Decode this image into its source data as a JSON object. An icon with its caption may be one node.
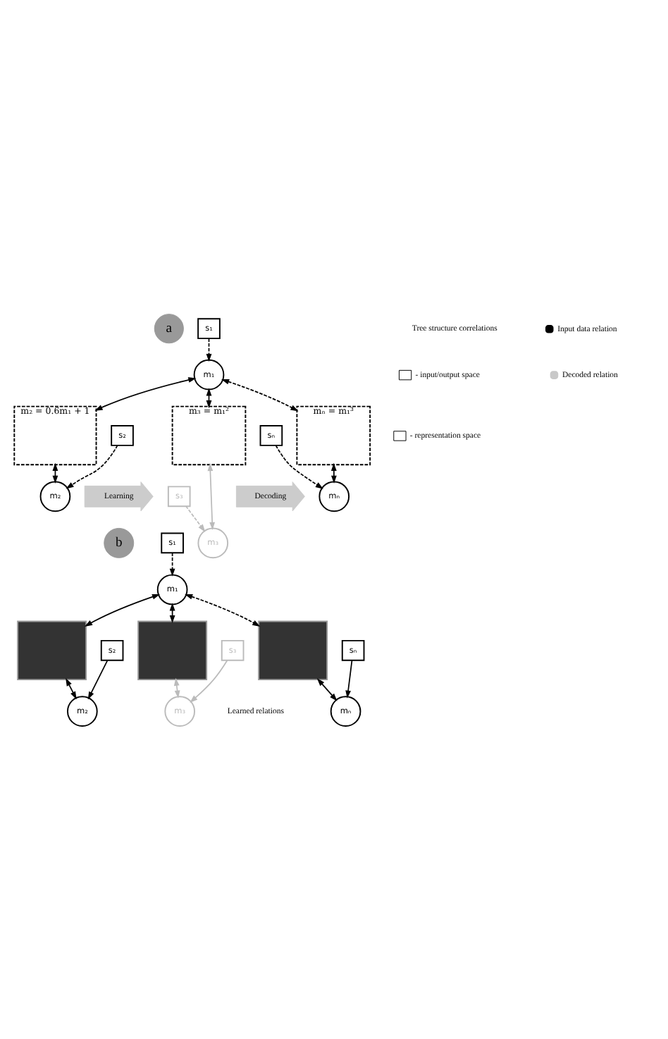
{
  "diagram": {
    "nodes": [
      {
        "text": [
          "a"
        ]
      },
      {
        "text": [
          "s₁"
        ]
      },
      {
        "text": [
          "m₁"
        ]
      },
      {
        "text": [
          "m₂ = 0.6m₁ + 1"
        ]
      },
      {
        "text": [
          "m₃ = m₁²"
        ]
      },
      {
        "text": [
          "mₙ = m₁³"
        ]
      },
      {
        "text": [
          "m₂"
        ]
      },
      {
        "text": [
          "s₂"
        ]
      },
      {
        "text": [
          "m₃"
        ]
      },
      {
        "text": [
          "s₃"
        ]
      },
      {
        "text": [
          "mₙ"
        ]
      },
      {
        "text": [
          "sₙ"
        ]
      },
      {
        "text": [
          "Learning"
        ]
      },
      {
        "text": [
          "Decoding"
        ]
      },
      {
        "text": [
          "b"
        ]
      },
      {
        "text": [
          "s₁"
        ]
      },
      {
        "text": [
          "m₁"
        ]
      },
      {
        "text": [],
        "shape": "box"
      },
      {
        "text": [],
        "shape": "box"
      },
      {
        "text": [],
        "shape": "box"
      },
      {
        "text": [
          "m₂"
        ]
      },
      {
        "text": [
          "s₂"
        ]
      },
      {
        "text": [
          "m₃"
        ]
      },
      {
        "text": [
          "s₃"
        ]
      },
      {
        "text": [
          "mₙ"
        ]
      },
      {
        "text": [
          "sₙ"
        ]
      }
    ],
    "edges": [
      {
        "from": 1,
        "to": 2,
        "arrow": "to",
        "style": "dashed"
      },
      {
        "from": 2,
        "to": 3,
        "arrow": "both"
      },
      {
        "from": 2,
        "to": 4,
        "arrow": "both"
      },
      {
        "from": 2,
        "to": 5,
        "arrow": "both",
        "style": "dashed"
      },
      {
        "from": 3,
        "to": 6,
        "arrow": "both"
      },
      {
        "from": 4,
        "to": 8,
        "arrow": "both",
        "color": "#bbbbbb"
      },
      {
        "from": 5,
        "to": 10,
        "arrow": "both"
      },
      {
        "from": 7,
        "to": 6,
        "arrow": "to",
        "style": "dashed"
      },
      {
        "from": 9,
        "to": 8,
        "arrow": "to",
        "style": "dashed",
        "color": "#bbbbbb"
      },
      {
        "from": 11,
        "to": 10,
        "arrow": "to",
        "style": "dashed"
      },
      {
        "from": 15,
        "to": 16,
        "arrow": "to",
        "style": "dashed"
      },
      {
        "from": 16,
        "to": 17,
        "arrow": "both"
      },
      {
        "from": 16,
        "to": 18,
        "arrow": "both"
      },
      {
        "from": 16,
        "to": 19,
        "arrow": "both",
        "style": "dashed"
      },
      {
        "from": 17,
        "to": 20,
        "arrow": "both"
      },
      {
        "from": 18,
        "to": 22,
        "arrow": "both",
        "color": "#bbbbbb"
      },
      {
        "from": 19,
        "to": 24,
        "arrow": "both"
      },
      {
        "from": 21,
        "to": 20,
        "arrow": "to"
      },
      {
        "from": 23,
        "to": 22,
        "arrow": "to",
        "color": "#bbbbbb"
      },
      {
        "from": 25,
        "to": 24,
        "arrow": "to"
      }
    ],
    "labels": [
      "Tree structure correlations",
      "Learned relations"
    ],
    "legend": [
      {
        "text": "Input data relation",
        "color": "#000000"
      },
      {
        "text": "Decoded relation",
        "color": "#c8c8c8"
      },
      {
        "text": "- input/output space"
      },
      {
        "text": "- representation space"
      }
    ]
  }
}
